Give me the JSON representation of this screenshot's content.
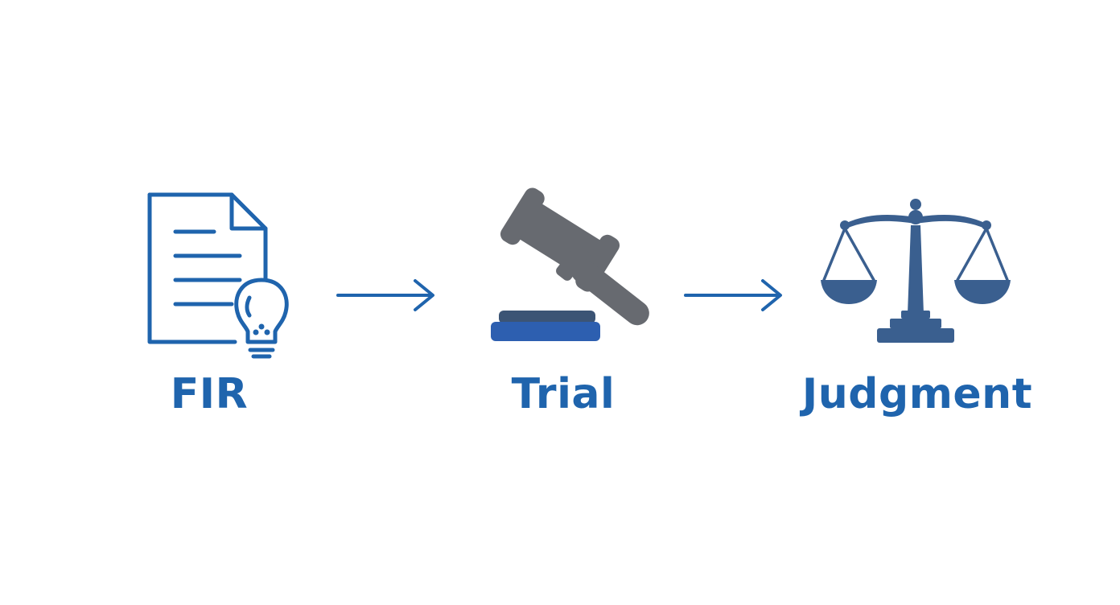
{
  "colors": {
    "primary_blue": "#1f64ad",
    "dark_blue": "#3a5f8f",
    "gavel_gray": "#676a70",
    "base_blue": "#2d5fb0",
    "base_top": "#3c5475"
  },
  "steps": [
    {
      "label": "FIR",
      "icon": "document-bulb-icon"
    },
    {
      "label": "Trial",
      "icon": "gavel-icon"
    },
    {
      "label": "Judgment",
      "icon": "scales-of-justice-icon"
    }
  ]
}
